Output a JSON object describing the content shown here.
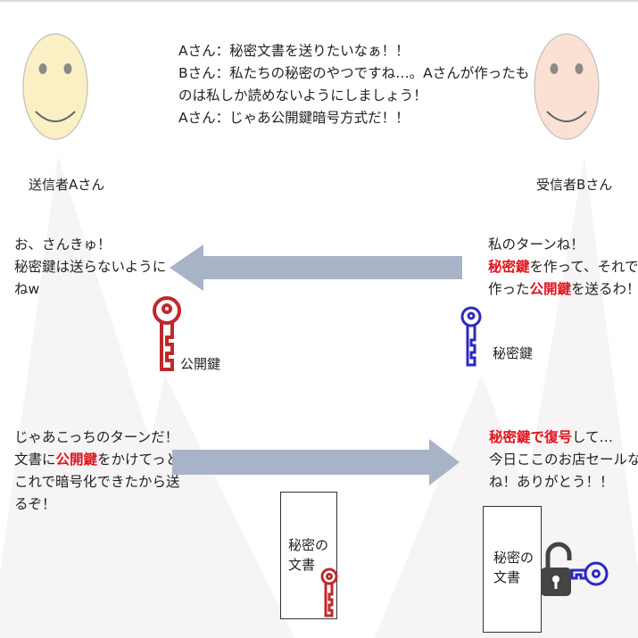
{
  "dialogue": {
    "line1": "Aさん：秘密文書を送りたいなぁ！！",
    "line2": "Bさん：私たちの秘密のやつですね…。Aさんが作ったも",
    "line3": "のは私しか読めないようにしましょう！",
    "line4": "Aさん：じゃあ公開鍵暗号方式だ！！"
  },
  "sender": {
    "label": "送信者Aさん",
    "face_color": "#fbf0c4"
  },
  "receiver": {
    "label": "受信者Bさん",
    "face_color": "#fbe1d4"
  },
  "step1": {
    "line1": "私のターンね！",
    "line2_red": "秘密鍵",
    "line2_rest": "を作って、それで",
    "line3_pre": "作った",
    "line3_red": "公開鍵",
    "line3_post": "を送るわ！"
  },
  "step2": {
    "line1": "お、さんきゅ！",
    "line2": "秘密鍵は送らないように",
    "line3": "ねw"
  },
  "keys": {
    "public_key_label": "公開鍵",
    "secret_key_label": "秘密鍵",
    "public_key_color": "#c0282d",
    "secret_key_color": "#2a2ac0"
  },
  "step3": {
    "line1": "じゃあこっちのターンだ！",
    "line2_pre": "文書に",
    "line2_red": "公開鍵",
    "line2_post": "をかけてっと、",
    "line3": "これで暗号化できたから送",
    "line4": "るぞ！"
  },
  "step4": {
    "line1_red": "秘密鍵で復号",
    "line1_post": "して…",
    "line2": "今日ここのお店セールなの",
    "line3": "ね！ありがとう！！"
  },
  "documents": {
    "left_line1": "秘密の",
    "left_line2": "文書",
    "right_line1": "秘密の",
    "right_line2": "文書"
  },
  "arrow_color": "#a8b3c8"
}
